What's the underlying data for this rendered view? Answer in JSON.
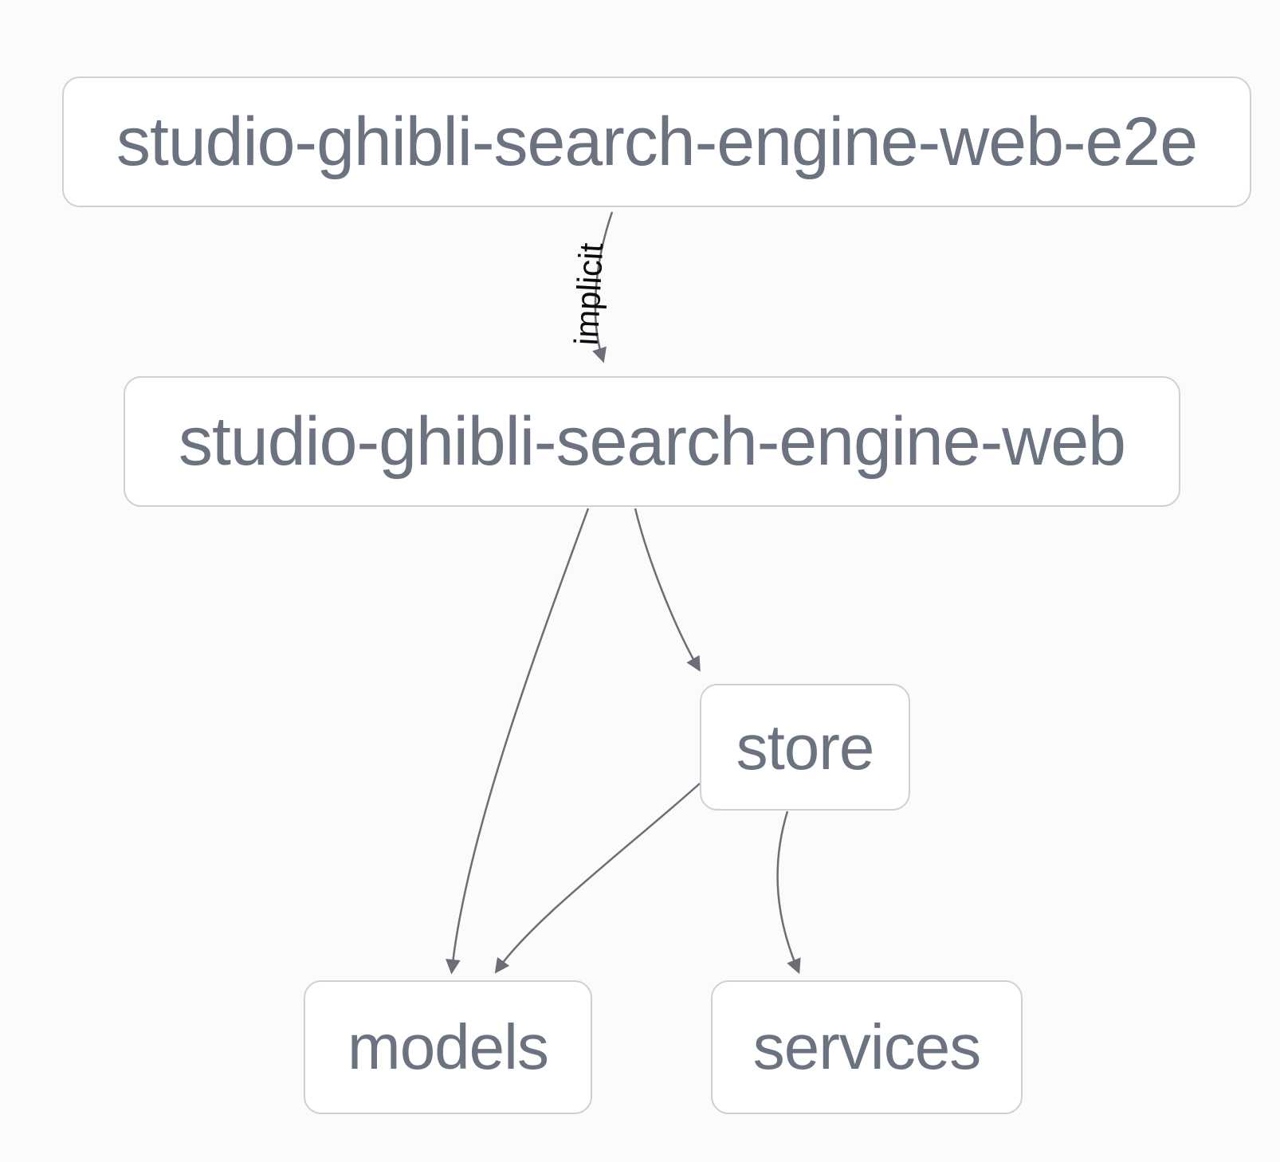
{
  "diagram": {
    "type": "dependency-graph",
    "nodes": [
      {
        "id": "studio-ghibli-search-engine-web-e2e",
        "label": "studio-ghibli-search-engine-web-e2e"
      },
      {
        "id": "studio-ghibli-search-engine-web",
        "label": "studio-ghibli-search-engine-web"
      },
      {
        "id": "store",
        "label": "store"
      },
      {
        "id": "models",
        "label": "models"
      },
      {
        "id": "services",
        "label": "services"
      }
    ],
    "edges": [
      {
        "source": "studio-ghibli-search-engine-web-e2e",
        "target": "studio-ghibli-search-engine-web",
        "label": "implicit"
      },
      {
        "source": "studio-ghibli-search-engine-web",
        "target": "models",
        "label": ""
      },
      {
        "source": "studio-ghibli-search-engine-web",
        "target": "store",
        "label": ""
      },
      {
        "source": "store",
        "target": "models",
        "label": ""
      },
      {
        "source": "store",
        "target": "services",
        "label": ""
      }
    ],
    "colors": {
      "background": "#fbfbfc",
      "node_fill": "#ffffff",
      "node_border": "#cfcfd6",
      "node_text": "#6b7280",
      "edge_stroke": "#6d6d78",
      "edge_label_text": "#0b0b0e"
    }
  }
}
